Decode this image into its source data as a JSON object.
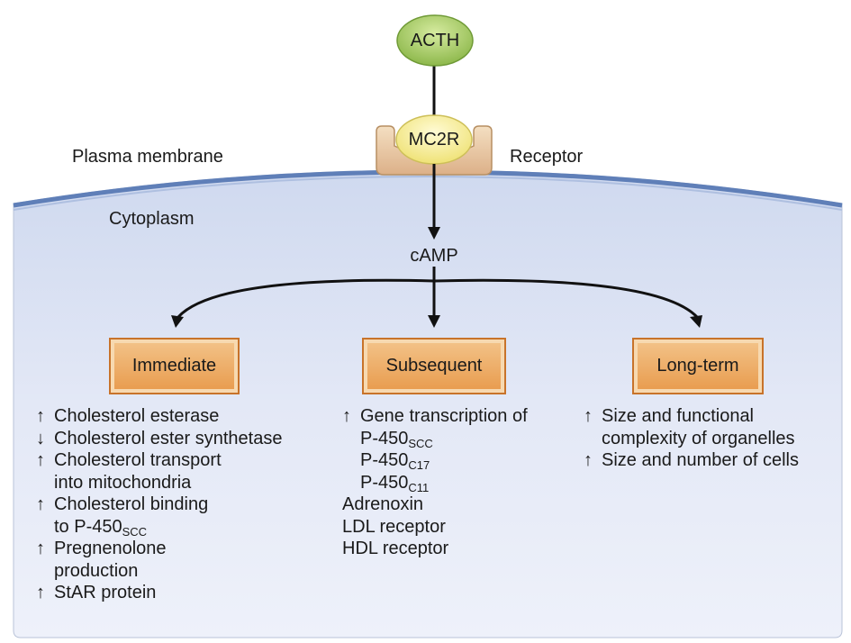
{
  "nodes": {
    "hormone": "ACTH",
    "receptor": "MC2R",
    "second_messenger": "cAMP"
  },
  "labels": {
    "plasma_membrane": "Plasma membrane",
    "receptor": "Receptor",
    "cytoplasm": "Cytoplasm"
  },
  "effects": {
    "immediate": {
      "title": "Immediate",
      "items": [
        {
          "arrow": "↑",
          "text": "Cholesterol esterase"
        },
        {
          "arrow": "↓",
          "text": "Cholesterol ester synthetase"
        },
        {
          "arrow": "↑",
          "text": "Cholesterol transport"
        },
        {
          "arrow": "",
          "text": "into mitochondria"
        },
        {
          "arrow": "↑",
          "text": "Cholesterol binding"
        },
        {
          "arrow": "",
          "text": "to P-450",
          "sub": "SCC"
        },
        {
          "arrow": "↑",
          "text": "Pregnenolone"
        },
        {
          "arrow": "",
          "text": "production"
        },
        {
          "arrow": "↑",
          "text": "StAR protein"
        }
      ]
    },
    "subsequent": {
      "title": "Subsequent",
      "items": [
        {
          "arrow": "↑",
          "text": "Gene transcription of"
        },
        {
          "arrow": "",
          "text": "P-450",
          "sub": "SCC"
        },
        {
          "arrow": "",
          "text": "P-450",
          "sub": "C17"
        },
        {
          "arrow": "",
          "text": "P-450",
          "sub": "C11"
        },
        {
          "arrow": "",
          "text": "Adrenoxin"
        },
        {
          "arrow": "",
          "text": "LDL receptor"
        },
        {
          "arrow": "",
          "text": "HDL receptor"
        }
      ]
    },
    "long_term": {
      "title": "Long-term",
      "items": [
        {
          "arrow": "↑",
          "text": "Size and functional"
        },
        {
          "arrow": "",
          "text": "complexity of organelles"
        },
        {
          "arrow": "↑",
          "text": "Size and number of cells"
        }
      ]
    }
  },
  "colors": {
    "cell_fill": "#dfe5f5",
    "membrane": "#6f8cc0",
    "acth_fill": "#9cc25a",
    "mc2r_fill": "#f3e98a",
    "receptor_fill": "#e9c8a0",
    "box_fill": "#eeb06e"
  }
}
